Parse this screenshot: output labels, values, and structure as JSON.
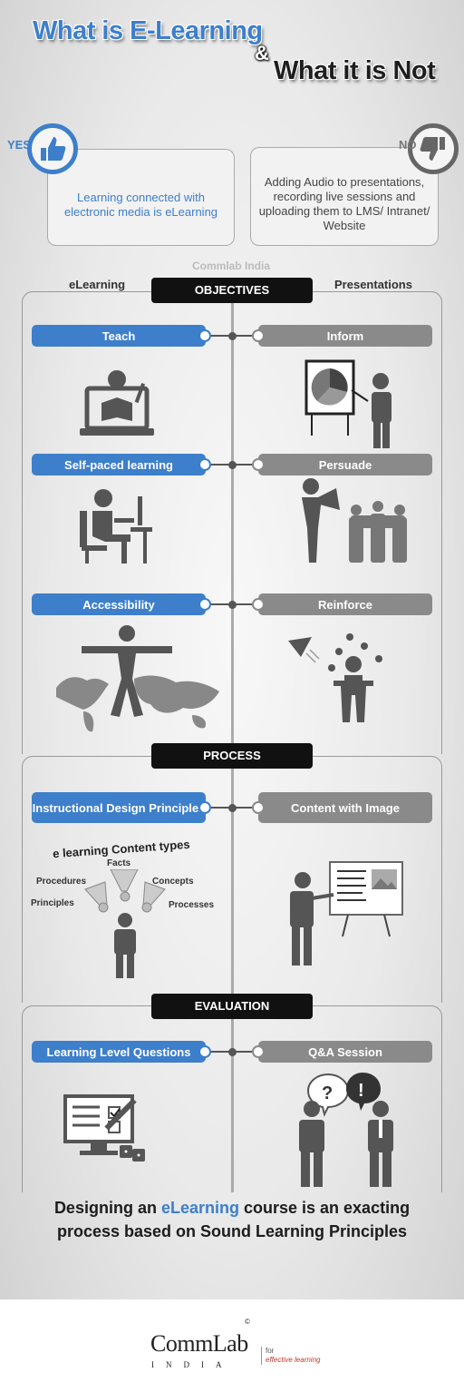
{
  "header": {
    "title_line1": "What is E-Learning",
    "ampersand": "&",
    "title_line2": "What it is Not"
  },
  "yes_no": {
    "yes_label": "YES",
    "yes_text": "Learning connected with electronic media is eLearning",
    "no_label": "NO",
    "no_text": "Adding Audio to presentations, recording live sessions and uploading them to LMS/ Intranet/ Website"
  },
  "watermark": "Commlab India",
  "columns": {
    "left": "eLearning",
    "right": "Presentations"
  },
  "sections": {
    "objectives": "OBJECTIVES",
    "process": "PROCESS",
    "evaluation": "EVALUATION"
  },
  "objectives": [
    {
      "left": "Teach",
      "right": "Inform"
    },
    {
      "left": "Self-paced learning",
      "right": "Persuade"
    },
    {
      "left": "Accessibility",
      "right": "Reinforce"
    }
  ],
  "process": {
    "left": "Instructional Design Principles",
    "right": "Content with Image"
  },
  "content_types": {
    "title": "e learning Content types",
    "facts": "Facts",
    "procedures": "Procedures",
    "concepts": "Concepts",
    "principles": "Principles",
    "processes": "Processes"
  },
  "evaluation": {
    "left": "Learning Level Questions",
    "right": "Q&A Session"
  },
  "conclusion": {
    "part1": "Designing an ",
    "highlight": "eLearning",
    "part2": " course is an exacting process based on Sound Learning Principles"
  },
  "footer": {
    "logo": "CommLab",
    "logo_sub": "INDIA",
    "copyright": "©",
    "tag_line1": "for",
    "tag_line2": "effective learning"
  },
  "colors": {
    "accent": "#3d7fca",
    "neutral": "#8a8a8a",
    "dark": "#111111"
  }
}
